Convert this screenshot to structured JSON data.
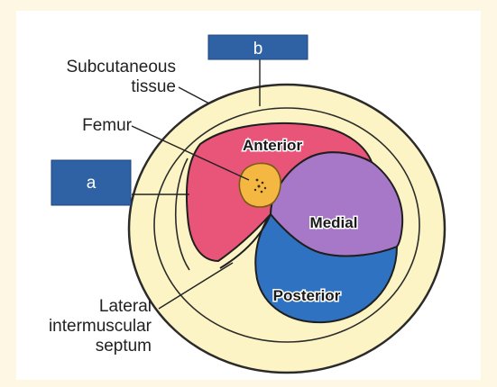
{
  "labels": {
    "subcutaneous_line1": "Subcutaneous",
    "subcutaneous_line2": "tissue",
    "femur": "Femur",
    "septum_line1": "Lateral",
    "septum_line2": "intermuscular",
    "septum_line3": "septum"
  },
  "compartments": {
    "anterior": "Anterior",
    "medial": "Medial",
    "posterior": "Posterior"
  },
  "boxes": {
    "a": "a",
    "b": "b"
  },
  "colors": {
    "background": "#fdf7e3",
    "subcutaneous": "#fcf4c4",
    "anterior": "#e85578",
    "medial": "#a778c8",
    "posterior": "#2f72c2",
    "femur": "#f4b842",
    "box": "#2e62a5"
  }
}
